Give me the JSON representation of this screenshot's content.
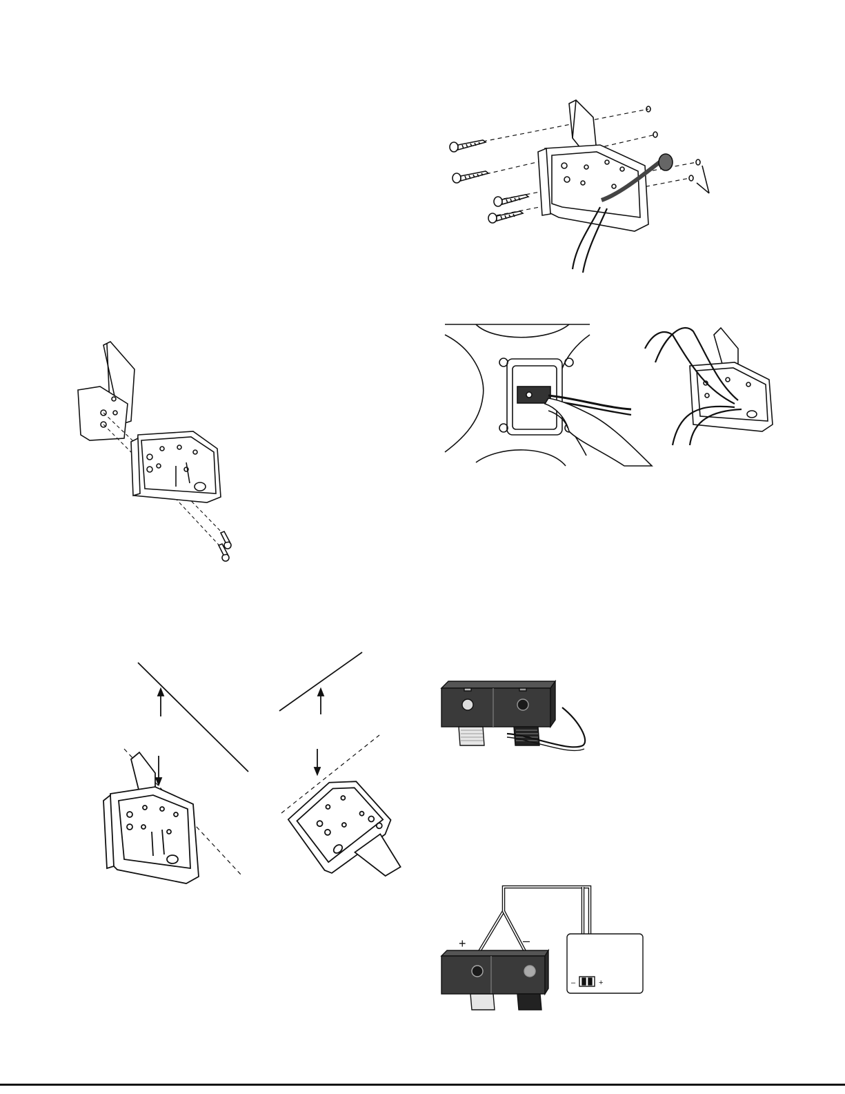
{
  "page": {
    "background": "#ffffff",
    "line_color": "#111111",
    "terminal_color": "#3a3a3a",
    "hand_color": "#ffffff"
  },
  "figures": {
    "wall_screw_mount": {
      "icon": "bracket-wall-mount-illustration"
    },
    "bracket_assembly": {
      "icon": "bracket-assembly-illustration"
    },
    "wire_connection": {
      "icon": "speaker-wire-connection-illustration"
    },
    "mounting_orientation": {
      "icon": "bracket-orientation-illustration"
    },
    "spring_terminal": {
      "icon": "spring-terminal-illustration"
    },
    "terminal_wiring": {
      "icon": "terminal-wiring-diagram",
      "plus_label": "+",
      "minus_label": "–",
      "plate_minus_label": "–",
      "plate_plus_label": "+"
    }
  }
}
